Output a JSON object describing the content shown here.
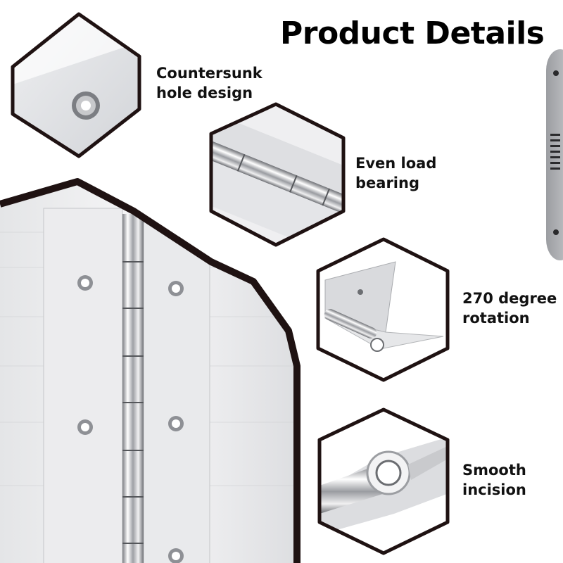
{
  "title": "Product Details",
  "colors": {
    "outline": "#1f1212",
    "steel": "#d9dadc",
    "steel_dark": "#9a9ca0",
    "text": "#111111"
  },
  "features": [
    {
      "line1": "Countersunk",
      "line2": "hole design",
      "icon": "countersunk-hole-icon"
    },
    {
      "line1": "Even load",
      "line2": "bearing",
      "icon": "hinge-knuckle-icon"
    },
    {
      "line1": "270 degree",
      "line2": "rotation",
      "icon": "rotation-hinge-icon"
    },
    {
      "line1": "Smooth",
      "line2": "incision",
      "icon": "hinge-pin-icon"
    }
  ]
}
